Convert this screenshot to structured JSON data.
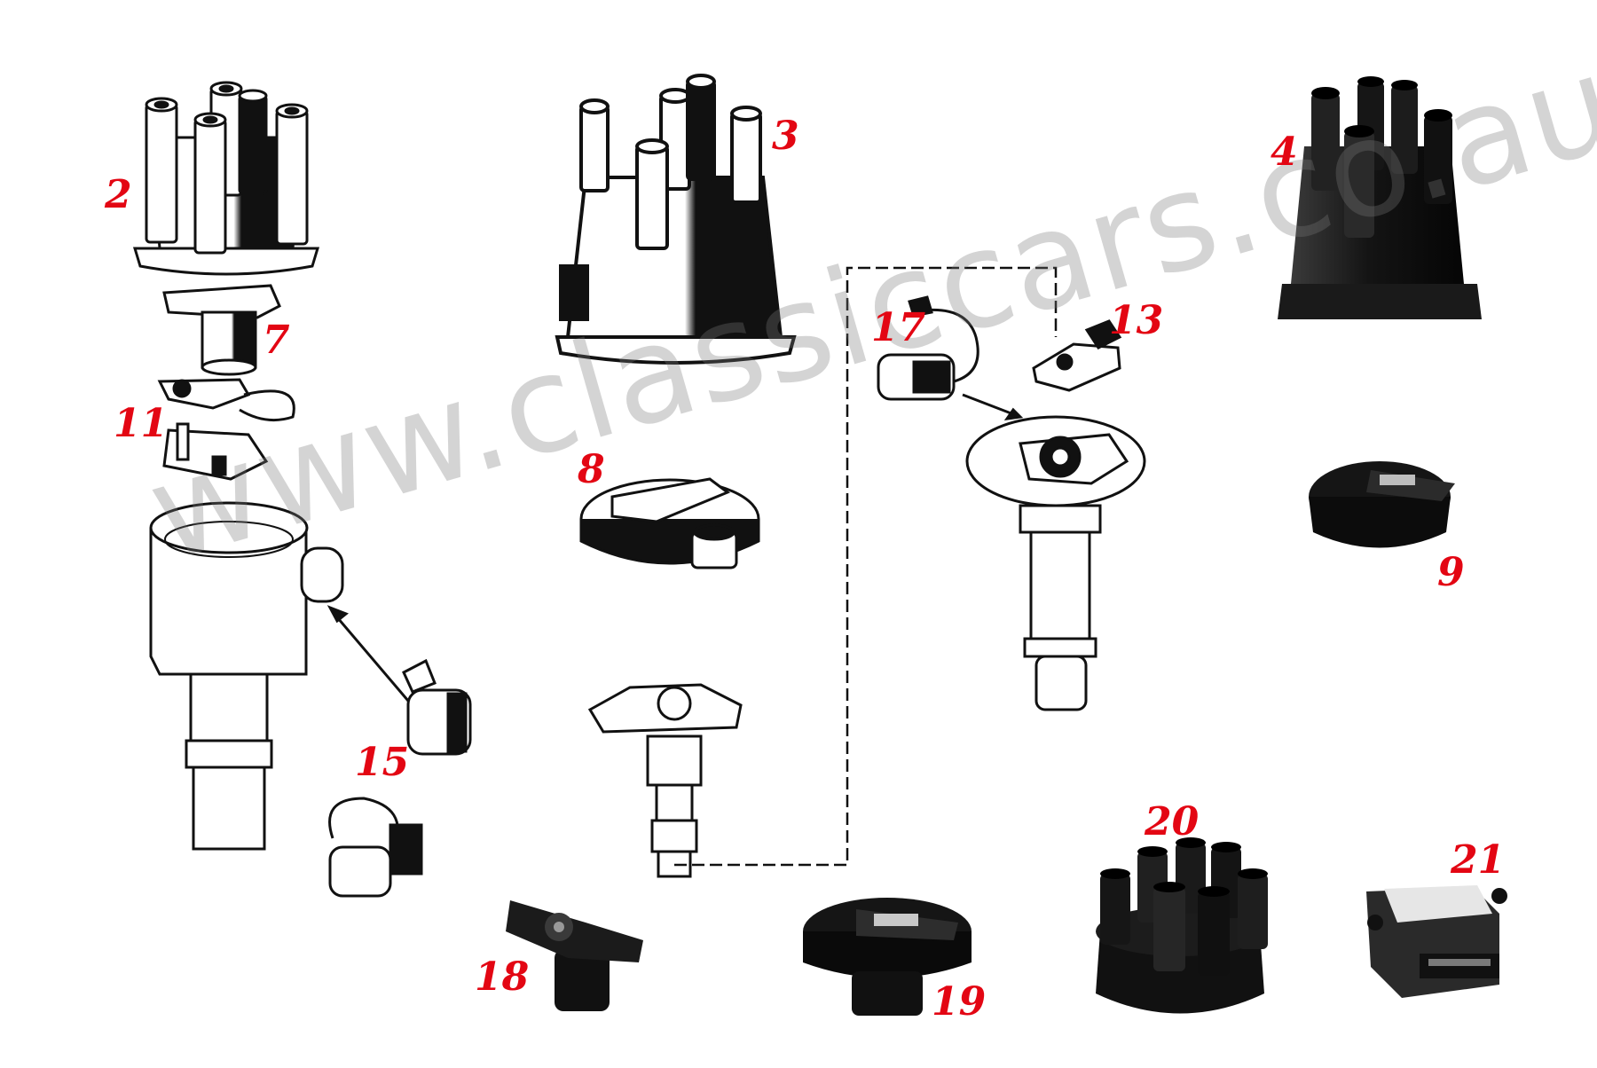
{
  "watermark": "www.classiccars.co.au",
  "colors": {
    "callout": "#e30613",
    "ink": "#111111",
    "part_fill": "#1c1c1c",
    "photo_fill": "#1a1a1a",
    "line_art_fill": "#ffffff",
    "watermark": "#8c8c8c"
  },
  "parts": [
    {
      "id": "distributor-cap-6-lead-line-art",
      "label": "2"
    },
    {
      "id": "distributor-cap-5-lead-line-art",
      "label": "3"
    },
    {
      "id": "distributor-cap-5-lead-photo",
      "label": "4"
    },
    {
      "id": "rotor-arm-line-art",
      "label": "7"
    },
    {
      "id": "rotor-arm-large-line-art",
      "label": "8"
    },
    {
      "id": "rotor-arm-photo",
      "label": "9"
    },
    {
      "id": "contact-points-set",
      "label": "11"
    },
    {
      "id": "contact-points-small",
      "label": "13"
    },
    {
      "id": "condenser-with-bracket",
      "label": "15"
    },
    {
      "id": "condenser-with-lead",
      "label": "17"
    },
    {
      "id": "rotor-arm-photo-small",
      "label": "18"
    },
    {
      "id": "rotor-arm-photo-large",
      "label": "19"
    },
    {
      "id": "distributor-cap-6-lead-photo",
      "label": "20"
    },
    {
      "id": "ignition-module",
      "label": "21"
    }
  ]
}
